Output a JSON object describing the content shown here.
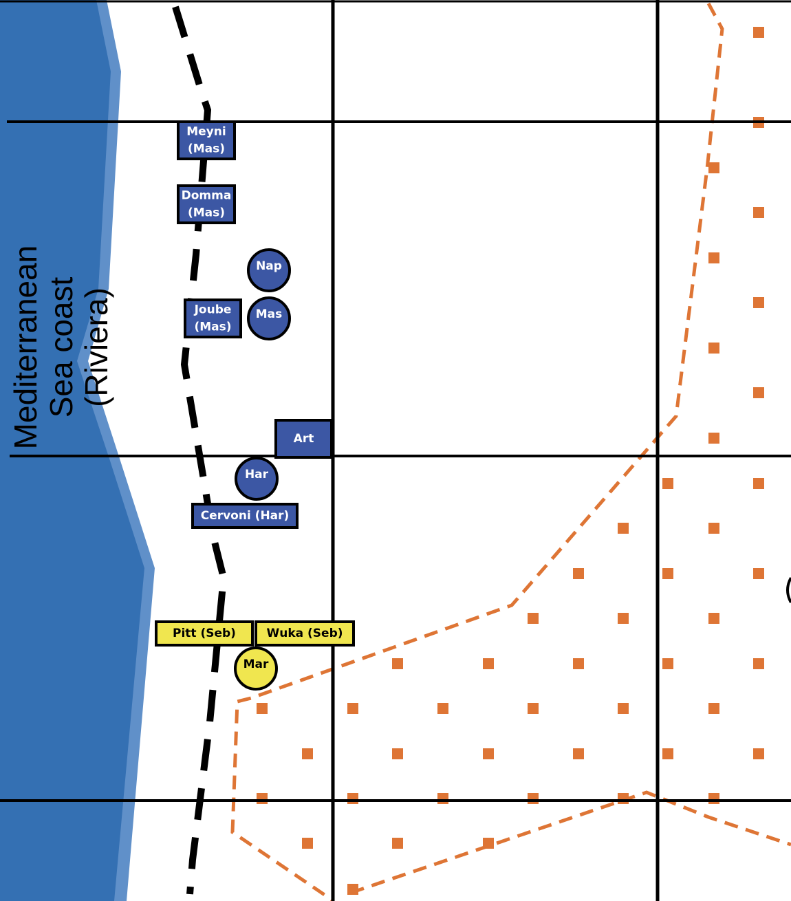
{
  "map": {
    "sea_label": {
      "lines": [
        "Mediterranean",
        "Sea coast",
        "(Riviera)"
      ]
    },
    "colors": {
      "sea": "#3470b3",
      "shore": "#6090c9",
      "french_unit": "#3c57a4",
      "french_text": "#ffffff",
      "coalition_unit": "#f0e64f",
      "coalition_text": "#000000",
      "zone": "#de7535",
      "grid": "#000000",
      "road": "#000000"
    },
    "units": [
      {
        "id": "meyni",
        "label": [
          "Meyni",
          "(Mas)"
        ],
        "shape": "rect",
        "side": "french"
      },
      {
        "id": "domma",
        "label": [
          "Domma",
          "(Mas)"
        ],
        "shape": "rect",
        "side": "french"
      },
      {
        "id": "nap",
        "label": [
          "Nap"
        ],
        "shape": "circle",
        "side": "french"
      },
      {
        "id": "joube",
        "label": [
          "Joube",
          "(Mas)"
        ],
        "shape": "rect",
        "side": "french"
      },
      {
        "id": "mas",
        "label": [
          "Mas"
        ],
        "shape": "circle",
        "side": "french"
      },
      {
        "id": "art",
        "label": [
          "Art"
        ],
        "shape": "rect",
        "side": "french"
      },
      {
        "id": "har",
        "label": [
          "Har"
        ],
        "shape": "circle",
        "side": "french"
      },
      {
        "id": "cervoni",
        "label": [
          "Cervoni (Har)"
        ],
        "shape": "rect",
        "side": "french"
      },
      {
        "id": "pitt",
        "label": [
          "Pitt (Seb)"
        ],
        "shape": "rect",
        "side": "coalition"
      },
      {
        "id": "wuka",
        "label": [
          "Wuka (Seb)"
        ],
        "shape": "rect",
        "side": "coalition"
      },
      {
        "id": "mar",
        "label": [
          "Mar"
        ],
        "shape": "circle",
        "side": "coalition"
      }
    ]
  }
}
